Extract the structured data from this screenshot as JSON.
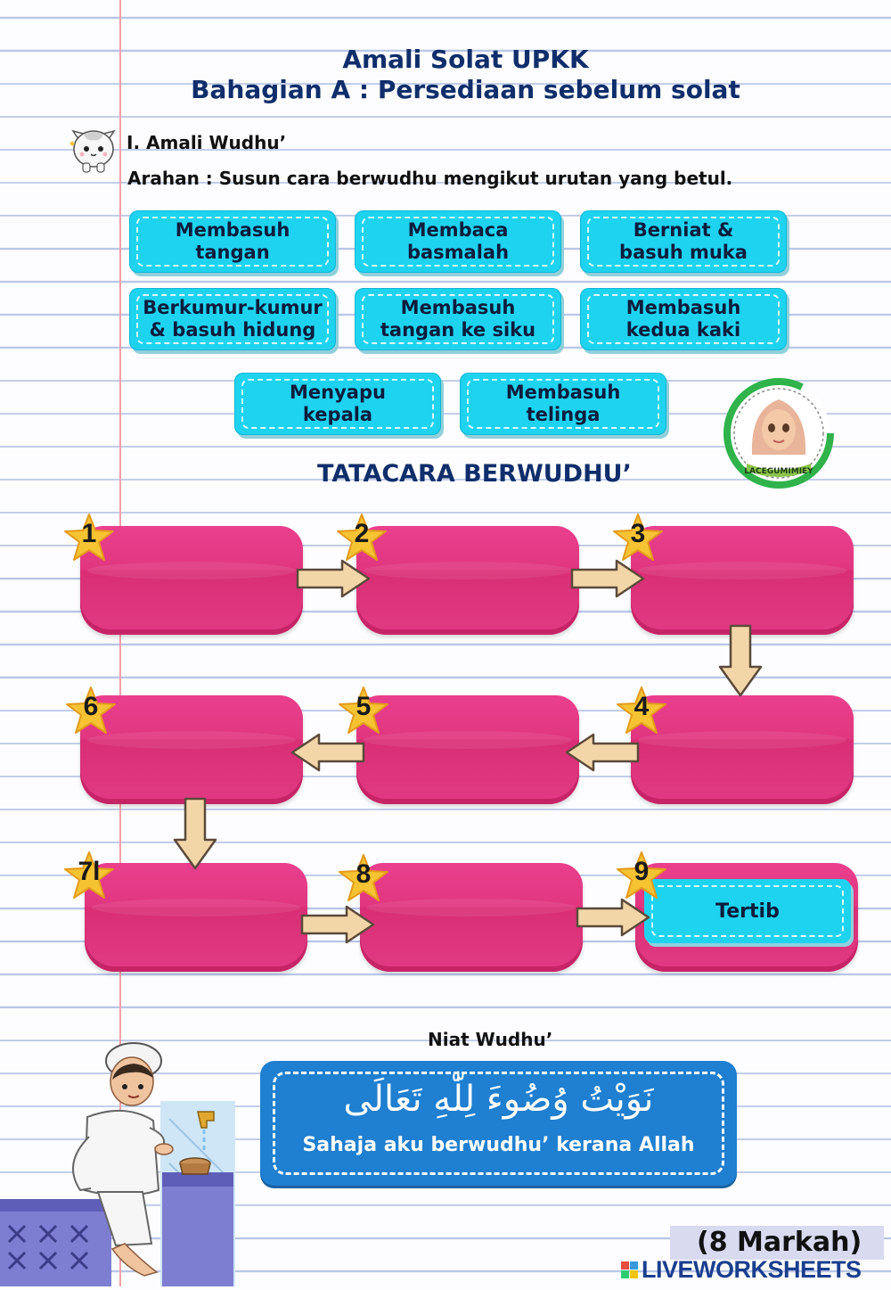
{
  "header": {
    "title_line1": "Amali Solat UPKK",
    "title_line2": "Bahagian A : Persediaan sebelum solat"
  },
  "section": {
    "label": "I.   Amali Wudhu’",
    "instruction": "Arahan : Susun cara berwudhu mengikut urutan yang betul."
  },
  "options": [
    "Membasuh\ntangan",
    "Membaca\nbasmalah",
    "Berniat &\nbasuh muka",
    "Berkumur-kumur\n& basuh hidung",
    "Membasuh\ntangan ke siku",
    "Membasuh\nkedua kaki",
    "Menyapu\nkepala",
    "Membasuh\ntelinga"
  ],
  "flow": {
    "heading": "TATACARA BERWUDHU’",
    "step_numbers": [
      "1",
      "2",
      "3",
      "4",
      "5",
      "6",
      "7l",
      "8",
      "9"
    ],
    "given_answer": "Tertib"
  },
  "badge": {
    "text": "LACEGUMIMIEY",
    "colors": {
      "ring": "#2fb34a",
      "hijab": "#e8b49a"
    }
  },
  "niat": {
    "title": "Niat Wudhu’",
    "arabic": "نَوَيْتُ وُضُوءَ لِلّٰهِ تَعَالَى",
    "translation": "Sahaja aku berwudhu’ kerana Allah"
  },
  "footer": {
    "marks": "(8 Markah)",
    "brand": "LIVEWORKSHEETS"
  },
  "colors": {
    "title": "#0f2e6b",
    "option_card": "#1ed3f0",
    "step_box": "#e1367f",
    "star": "#f6c333",
    "niat_box": "#1f7fd0"
  }
}
